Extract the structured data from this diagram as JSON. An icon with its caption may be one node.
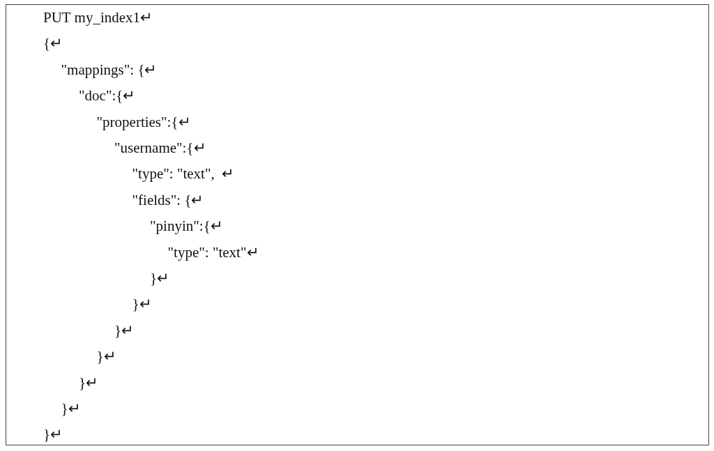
{
  "diagram": {
    "labels": [
      "PUT my_index1↵",
      "{↵",
      "\"mappings\": {↵",
      "\"doc\":{↵",
      "\"properties\":{↵",
      "\"username\":{↵",
      "\"type\": \"text\",  ↵",
      "\"fields\": {↵",
      "\"pinyin\":{↵",
      "\"type\": \"text\"↵",
      "}↵",
      "}↵",
      "}↵",
      "}↵",
      "}↵",
      "}↵",
      "}↵"
    ]
  }
}
